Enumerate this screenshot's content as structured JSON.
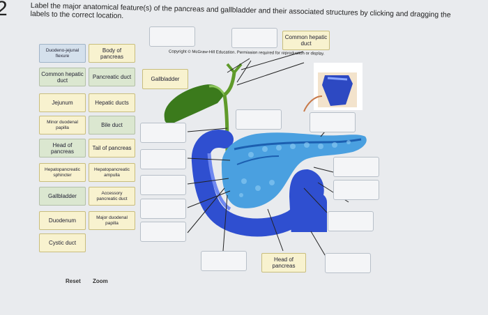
{
  "question_number": "2",
  "instructions": {
    "line1": "Label the major anatomical feature(s) of the pancreas and gallbladder and their associated structures by clicking and dragging the",
    "line2": "labels to the correct location."
  },
  "copyright": "Copyright © McGraw-Hill Education. Permission required for reproduction or display.",
  "palette": [
    "Duodeno-jejunal flexure",
    "Body of pancreas",
    "Common hepatic duct",
    "Pancreatic duct",
    "Jejunum",
    "Hepatic ducts",
    "Minor duodenal papilla",
    "Bile duct",
    "Head of pancreas",
    "Tail of pancreas",
    "Hepatopancreatic sphincter",
    "Hepatopancreatic ampulla",
    "Gallbladder",
    "Accessory pancreatic duct",
    "Duodenum",
    "Major duodenal papilla",
    "Cystic duct"
  ],
  "placed": {
    "gallbladder": "Gallbladder",
    "common_hepatic_duct": "Common hepatic duct",
    "head_of_pancreas": "Head of pancreas"
  },
  "controls": {
    "reset": "Reset",
    "zoom": "Zoom"
  }
}
